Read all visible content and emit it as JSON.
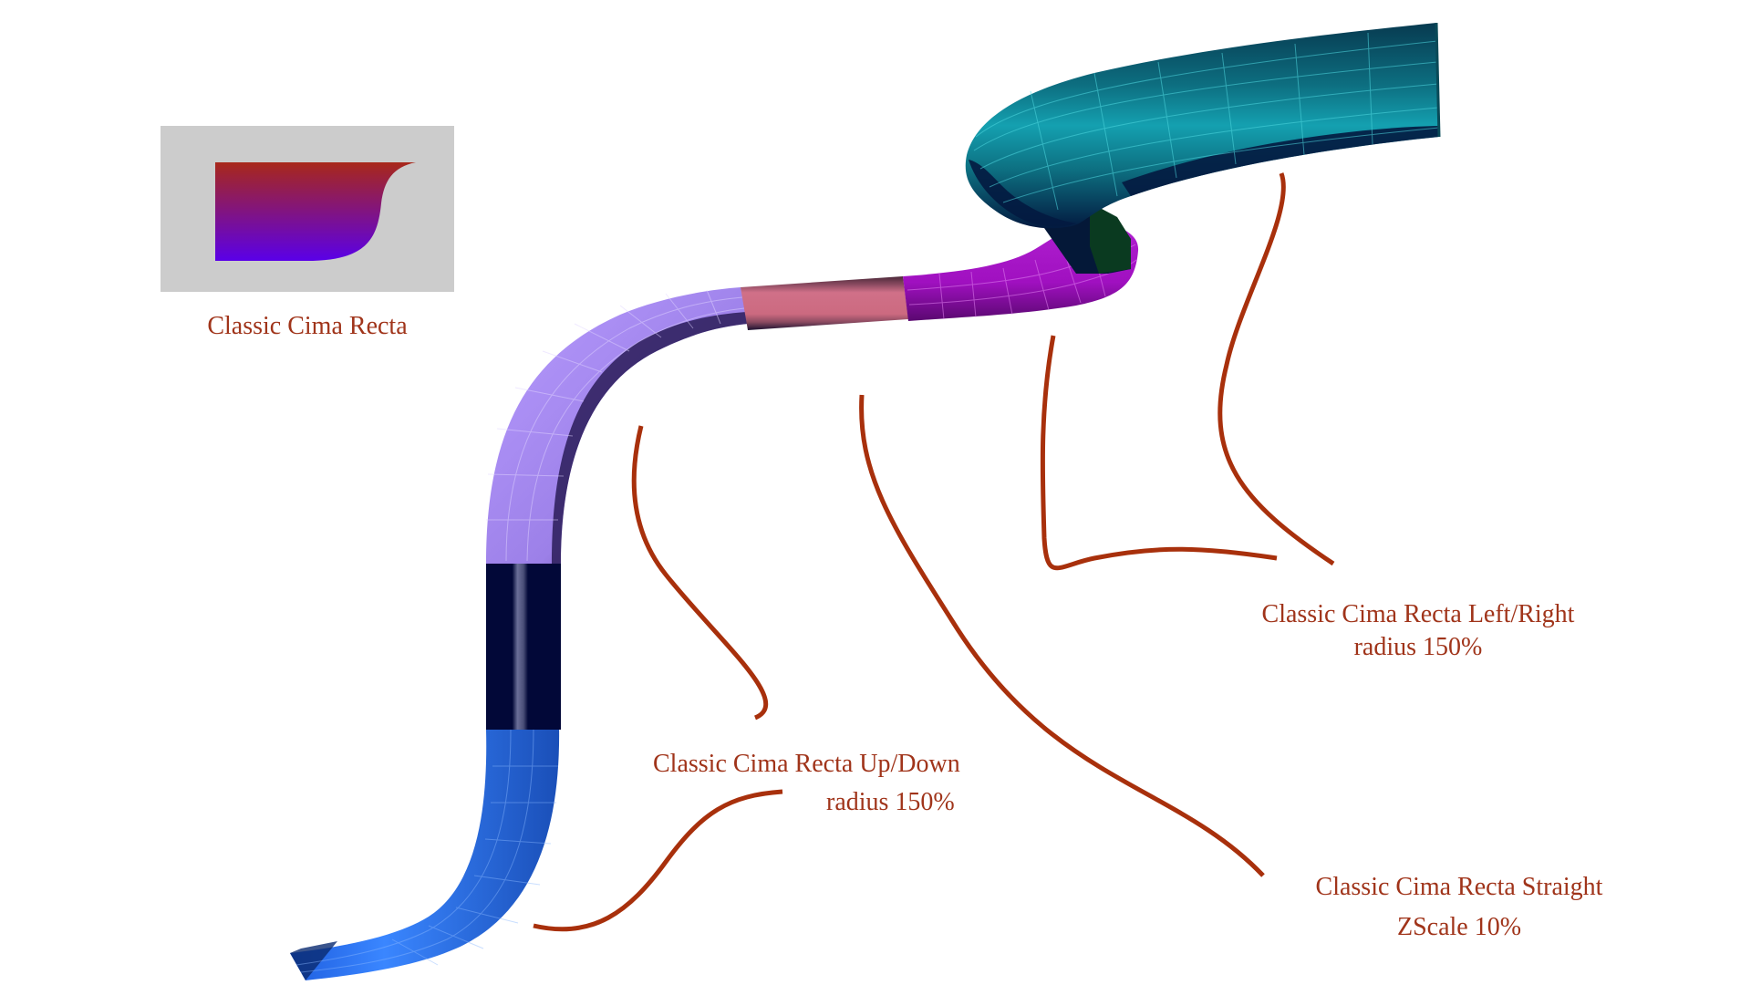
{
  "profile_swatch": {
    "caption": "Classic Cima Recta",
    "gradient_top": "#a8281a",
    "gradient_bottom": "#5a00e8",
    "background": "#cccccc"
  },
  "annotations": [
    {
      "id": "left-right",
      "line1": "Classic Cima Recta Left/Right",
      "line2": "radius 150%"
    },
    {
      "id": "up-down",
      "line1": "Classic Cima Recta Up/Down",
      "line2": "radius 150%"
    },
    {
      "id": "straight",
      "line1": "Classic Cima Recta Straight",
      "line2": "ZScale 10%"
    }
  ],
  "segments": [
    {
      "name": "up-down-bend-lower",
      "color": "#2a6cf0"
    },
    {
      "name": "straight-zscale-vertical",
      "color": "#020838"
    },
    {
      "name": "up-down-bend-upper",
      "color": "#a98cf0"
    },
    {
      "name": "straight-horizontal",
      "color": "#cc6a80"
    },
    {
      "name": "left-right-bend",
      "color": "#a010c0"
    },
    {
      "name": "end-cap",
      "color": "#0a3a20"
    },
    {
      "name": "left-right-sweep",
      "color": "#0d6e80"
    }
  ],
  "colors": {
    "annotation_text": "#a0341a",
    "leader_line": "#a8300c"
  }
}
